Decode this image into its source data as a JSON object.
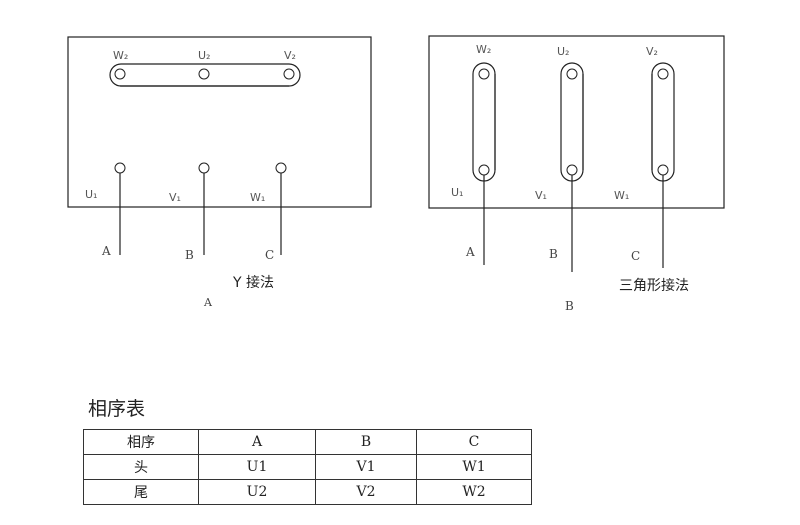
{
  "wye": {
    "top_labels": [
      "W₂",
      "U₂",
      "V₂"
    ],
    "bottom_labels": [
      "U₁",
      "V₁",
      "W₁"
    ],
    "leads": [
      "A",
      "B",
      "C"
    ],
    "caption": "Y 接法",
    "stray_label": "A"
  },
  "delta": {
    "top_labels": [
      "W₂",
      "U₂",
      "V₂"
    ],
    "bottom_labels": [
      "U₁",
      "V₁",
      "W₁"
    ],
    "leads": [
      "A",
      "B",
      "C"
    ],
    "extra_lead": "B",
    "caption": "三角形接法"
  },
  "phase_table": {
    "title": "相序表",
    "header": [
      "相序",
      "A",
      "B",
      "C"
    ],
    "rows": [
      [
        "头",
        "U1",
        "V1",
        "W1"
      ],
      [
        "尾",
        "U2",
        "V2",
        "W2"
      ]
    ]
  }
}
